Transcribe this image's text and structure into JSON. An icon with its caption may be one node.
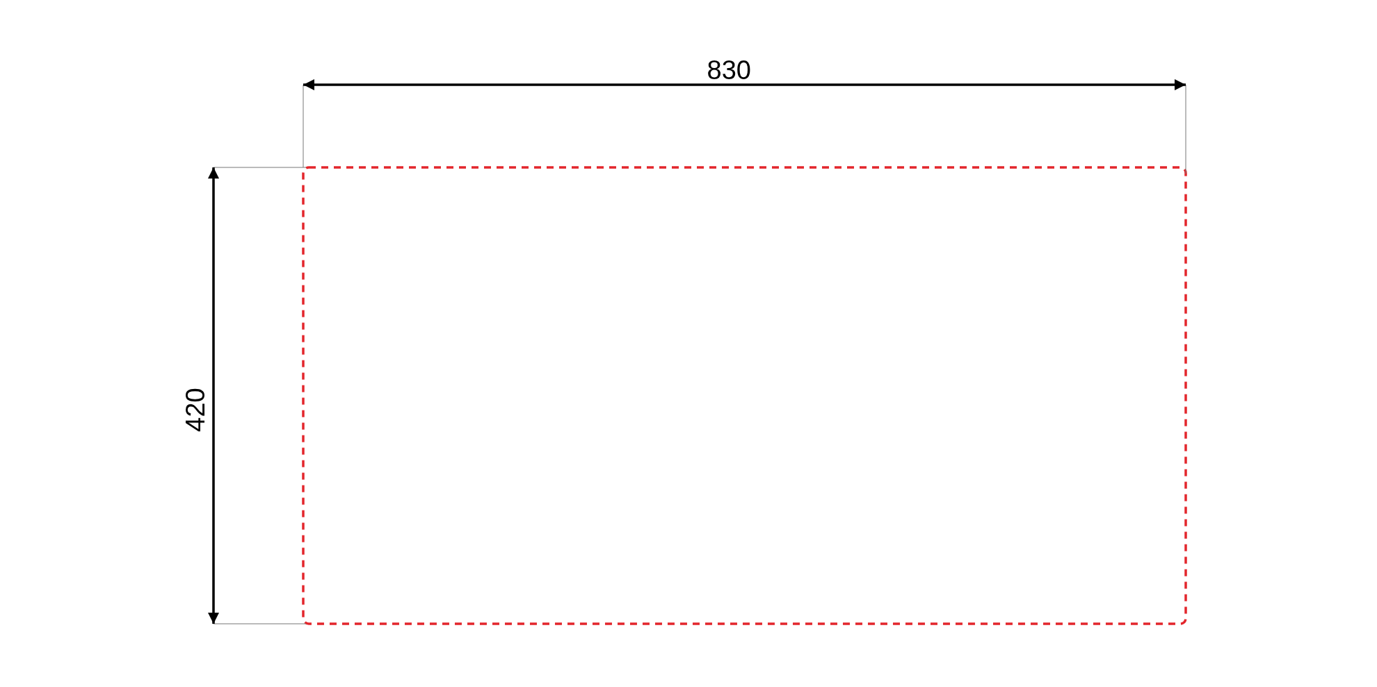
{
  "diagram": {
    "nodes": [
      {
        "text": [],
        "shape": "box"
      }
    ],
    "labels": [
      "830",
      "420"
    ]
  }
}
